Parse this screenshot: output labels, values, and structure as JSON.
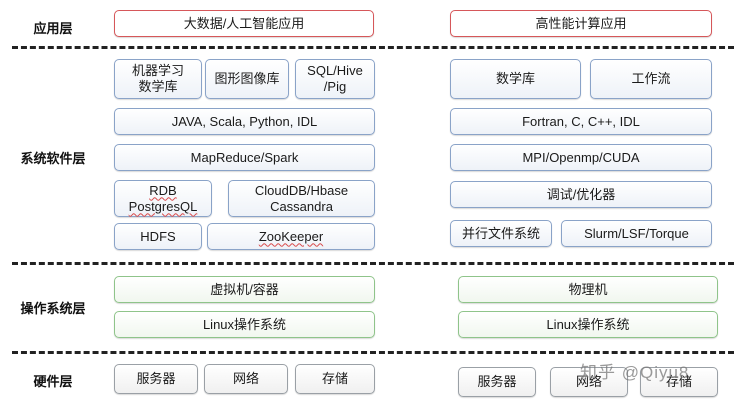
{
  "layers": {
    "application": "应用层",
    "system_software": "系统软件层",
    "os": "操作系统层",
    "hardware": "硬件层"
  },
  "application": {
    "left": "大数据/人工智能应用",
    "right": "高性能计算应用"
  },
  "system_software": {
    "left": {
      "ml_lib": "机器学习\n数学库",
      "graph_lib": "图形图像库",
      "sql": "SQL/Hive\n/Pig",
      "languages": "JAVA, Scala, Python, IDL",
      "compute": "MapReduce/Spark",
      "rdb": "RDB\nPostgresQL",
      "cloud_db": "CloudDB/Hbase\nCassandra",
      "hdfs": "HDFS",
      "zookeeper": "ZooKeeper"
    },
    "right": {
      "math_lib": "数学库",
      "workflow": "工作流",
      "languages": "Fortran, C, C++, IDL",
      "parallel": "MPI/Openmp/CUDA",
      "debug": "调试/优化器",
      "parallel_fs": "并行文件系统",
      "scheduler": "Slurm/LSF/Torque"
    }
  },
  "os": {
    "left_virtual": "虚拟机/容器",
    "left_linux": "Linux操作系统",
    "right_physical": "物理机",
    "right_linux": "Linux操作系统"
  },
  "hardware": {
    "left": [
      "服务器",
      "网络",
      "存储"
    ],
    "right": [
      "服务器",
      "网络",
      "存储"
    ]
  },
  "watermark": "知乎 @Qiyu8"
}
